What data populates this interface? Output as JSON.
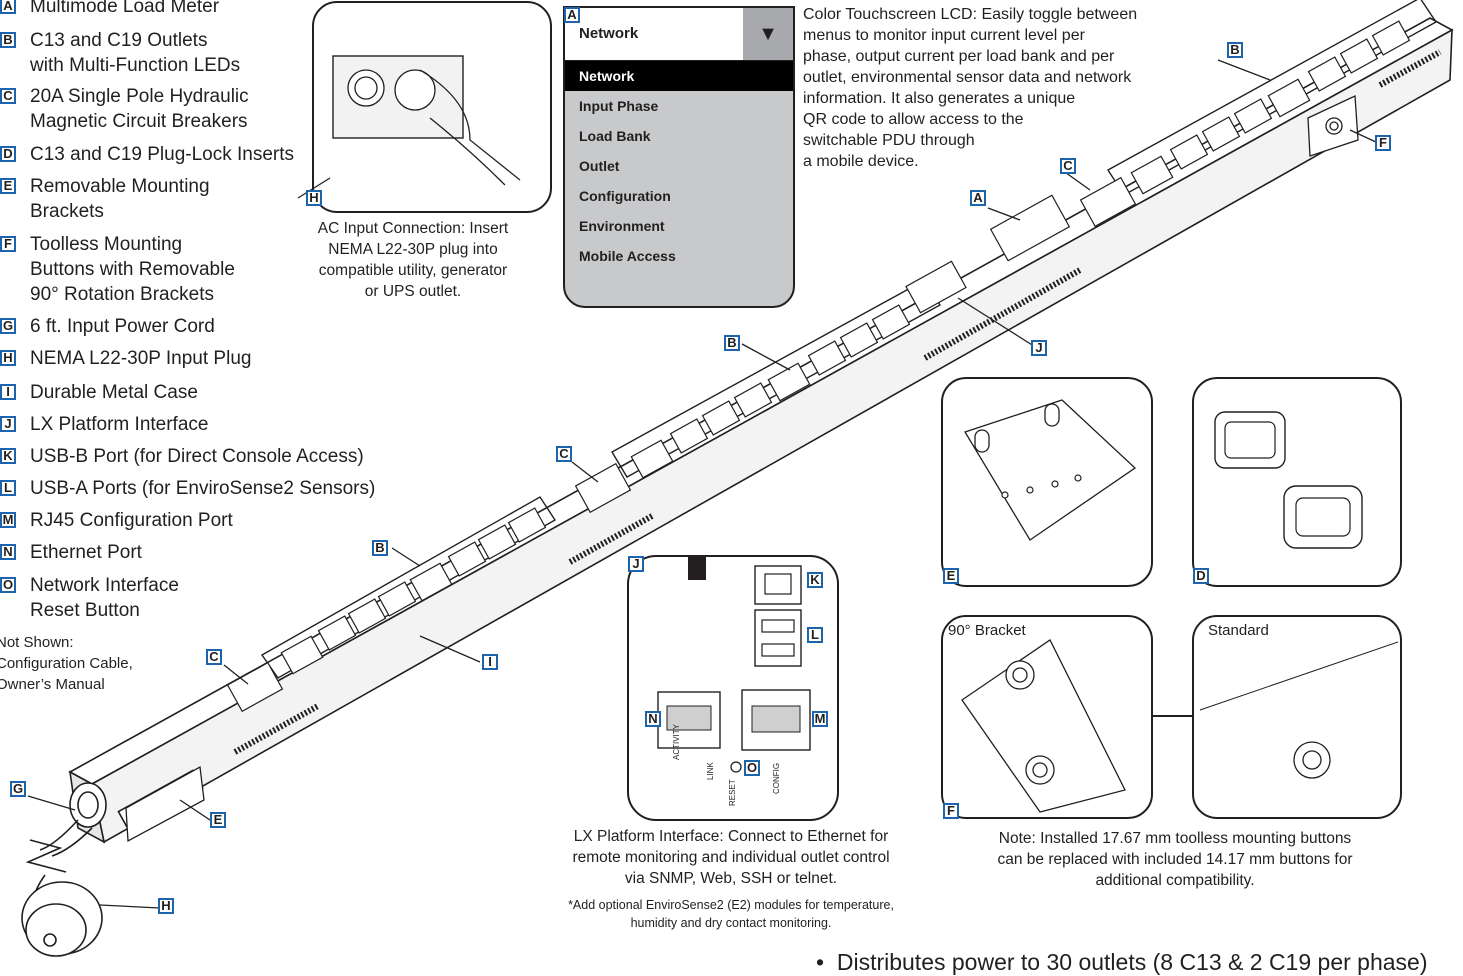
{
  "legend": [
    {
      "badge": "A",
      "text": "Multimode Load Meter"
    },
    {
      "badge": "B",
      "text": "C13 and C19 Outlets",
      "text2": "with Multi-Function LEDs"
    },
    {
      "badge": "C",
      "text": "20A Single Pole Hydraulic",
      "text2": "Magnetic Circuit Breakers"
    },
    {
      "badge": "D",
      "text": "C13 and C19 Plug-Lock Inserts"
    },
    {
      "badge": "E",
      "text": "Removable Mounting",
      "text2": "Brackets"
    },
    {
      "badge": "F",
      "text": "Toolless Mounting",
      "text2": "Buttons with Removable",
      "text3": "90° Rotation Brackets"
    },
    {
      "badge": "G",
      "text": "6 ft. Input Power Cord"
    },
    {
      "badge": "H",
      "text": "NEMA L22-30P Input Plug"
    },
    {
      "badge": "I",
      "text": "Durable Metal Case"
    },
    {
      "badge": "J",
      "text": "LX Platform Interface"
    },
    {
      "badge": "K",
      "text": "USB-B Port (for Direct Console Access)"
    },
    {
      "badge": "L",
      "text": "USB-A Ports (for EnviroSense2 Sensors)"
    },
    {
      "badge": "M",
      "text": "RJ45 Configuration Port"
    },
    {
      "badge": "N",
      "text": "Ethernet Port"
    },
    {
      "badge": "O",
      "text": "Network Interface",
      "text2": "Reset Button"
    }
  ],
  "not_shown": [
    "Not Shown:",
    "Configuration Cable,",
    "Owner’s Manual"
  ],
  "ac_caption": [
    "AC Input Connection: Insert",
    "NEMA L22-30P plug into",
    "compatible utility, generator",
    "or UPS outlet."
  ],
  "menu": {
    "header": "Network",
    "dropdown_icon": "triangle-down-icon",
    "items": [
      "Network",
      "Input Phase",
      "Load Bank",
      "Outlet",
      "Configuration",
      "Environment",
      "Mobile Access"
    ],
    "active_index": 0
  },
  "lcd_text": [
    "Color Touchscreen LCD: Easily toggle between",
    "menus to monitor input current level per",
    "phase, output current per load bank and per",
    "outlet, environmental sensor data and network",
    "information. It also generates a unique",
    "QR code to allow access to the",
    "switchable PDU through",
    "a mobile device."
  ],
  "lx_caption": [
    "LX Platform Interface: Connect to Ethernet for",
    "remote monitoring and individual outlet control",
    "via SNMP, Web, SSH or telnet."
  ],
  "lx_note": [
    "*Add optional EnviroSense2 (E2) modules for temperature,",
    "humidity and dry contact monitoring."
  ],
  "lx_labels": {
    "activity": "ACTIVITY",
    "link": "LINK",
    "reset": "RESET",
    "config": "CONFIG"
  },
  "bracket_labels": {
    "left": "90° Bracket",
    "right": "Standard"
  },
  "bracket_note": [
    "Note: Installed 17.67 mm toolless mounting buttons",
    "can be replaced with included 14.17 mm buttons for",
    "additional compatibility."
  ],
  "bullet": "Distributes power to 30 outlets (8 C13 & 2 C19 per phase)",
  "callouts": {
    "A": "A",
    "B": "B",
    "C": "C",
    "D": "D",
    "E": "E",
    "F": "F",
    "G": "G",
    "H": "H",
    "I": "I",
    "J": "J",
    "K": "K",
    "L": "L",
    "M": "M",
    "N": "N",
    "O": "O"
  },
  "colors": {
    "accent": "#1d64ad",
    "menu_bg": "#c8c9cb",
    "menu_active": "#000000",
    "dropdown": "#a7a9ac"
  }
}
